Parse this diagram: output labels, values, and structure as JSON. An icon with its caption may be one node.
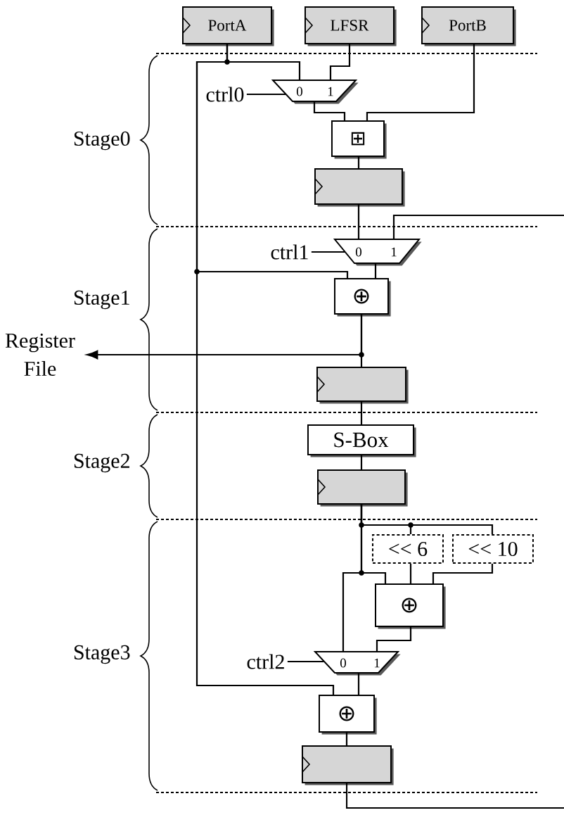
{
  "diagram": {
    "nodes": [
      {
        "text": [
          "PortA"
        ]
      },
      {
        "text": [
          "LFSR"
        ]
      },
      {
        "text": [
          "PortB"
        ]
      },
      {
        "text": [
          "ctrl0"
        ]
      },
      {
        "text": [
          "0",
          "1"
        ]
      },
      {
        "text": [
          "⊞"
        ]
      },
      {
        "text": [],
        "shape": "box"
      },
      {
        "text": [
          "ctrl1"
        ]
      },
      {
        "text": [
          "0",
          "1"
        ]
      },
      {
        "text": [
          "⊕"
        ]
      },
      {
        "text": [
          "Register File"
        ]
      },
      {
        "text": [],
        "shape": "box"
      },
      {
        "text": [
          "S-Box"
        ]
      },
      {
        "text": [],
        "shape": "box"
      },
      {
        "text": [
          "<< 6"
        ]
      },
      {
        "text": [
          "<< 10"
        ]
      },
      {
        "text": [
          "⊕"
        ]
      },
      {
        "text": [
          "ctrl2"
        ]
      },
      {
        "text": [
          "0",
          "1"
        ]
      },
      {
        "text": [
          "⊕"
        ]
      },
      {
        "text": [],
        "shape": "box"
      }
    ],
    "edges": [
      {
        "from": 0,
        "to": 4,
        "arrow": "none"
      },
      {
        "from": 0,
        "to": 9,
        "arrow": "none"
      },
      {
        "from": 0,
        "to": 19,
        "arrow": "none"
      },
      {
        "from": 1,
        "to": 4,
        "arrow": "none"
      },
      {
        "from": 3,
        "to": 4,
        "arrow": "none"
      },
      {
        "from": 4,
        "to": 5,
        "arrow": "none"
      },
      {
        "from": 2,
        "to": 5,
        "arrow": "none"
      },
      {
        "from": 5,
        "to": 6,
        "arrow": "none"
      },
      {
        "from": 6,
        "to": 8,
        "arrow": "none"
      },
      {
        "from": null,
        "to": 8,
        "arrow": "none"
      },
      {
        "from": 7,
        "to": 8,
        "arrow": "none"
      },
      {
        "from": 8,
        "to": 9,
        "arrow": "none"
      },
      {
        "from": 9,
        "to": 11,
        "arrow": "none"
      },
      {
        "from": 9,
        "to": 10,
        "arrow": "to"
      },
      {
        "from": 11,
        "to": 12,
        "arrow": "none"
      },
      {
        "from": 12,
        "to": 13,
        "arrow": "none"
      },
      {
        "from": 13,
        "to": 14,
        "arrow": "none"
      },
      {
        "from": 13,
        "to": 15,
        "arrow": "none"
      },
      {
        "from": 13,
        "to": 16,
        "arrow": "none"
      },
      {
        "from": 13,
        "to": 18,
        "arrow": "none"
      },
      {
        "from": 14,
        "to": 16,
        "arrow": "none"
      },
      {
        "from": 15,
        "to": 16,
        "arrow": "none"
      },
      {
        "from": 16,
        "to": 18,
        "arrow": "none"
      },
      {
        "from": 17,
        "to": 18,
        "arrow": "none"
      },
      {
        "from": 18,
        "to": 19,
        "arrow": "none"
      },
      {
        "from": 19,
        "to": 20,
        "arrow": "none"
      },
      {
        "from": 20,
        "to": null,
        "arrow": "none"
      }
    ],
    "labels": [
      "Stage0",
      "Stage1",
      "Stage2",
      "Stage3"
    ]
  }
}
